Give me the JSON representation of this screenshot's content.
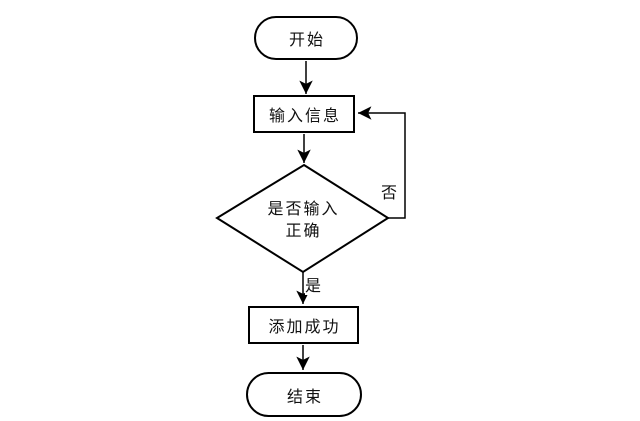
{
  "canvas": {
    "background": "#ffffff",
    "line_color": "#000000",
    "text_color": "#111111"
  },
  "flowchart": {
    "nodes": [
      {
        "id": "start",
        "type": "terminator",
        "label": "开始"
      },
      {
        "id": "input",
        "type": "process",
        "label": "输入信息"
      },
      {
        "id": "decision",
        "type": "decision",
        "label": "是否输入正确",
        "label_line1": "是否输入",
        "label_line2": "正确"
      },
      {
        "id": "success",
        "type": "process",
        "label": "添加成功"
      },
      {
        "id": "end",
        "type": "terminator",
        "label": "结束"
      }
    ],
    "edges": [
      {
        "from": "start",
        "to": "input",
        "label": ""
      },
      {
        "from": "input",
        "to": "decision",
        "label": ""
      },
      {
        "from": "decision",
        "to": "input",
        "label": "否"
      },
      {
        "from": "decision",
        "to": "success",
        "label": "是"
      },
      {
        "from": "success",
        "to": "end",
        "label": ""
      }
    ]
  }
}
